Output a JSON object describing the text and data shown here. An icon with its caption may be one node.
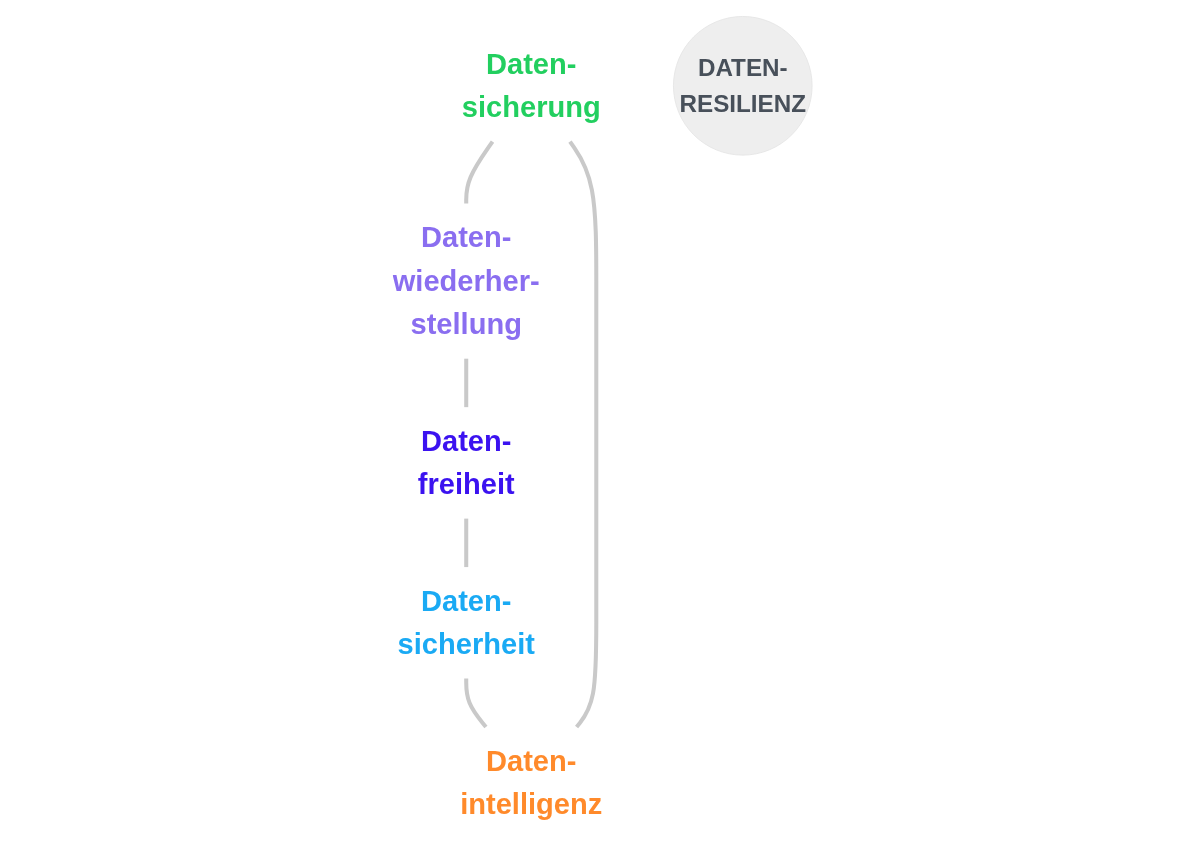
{
  "diagram": {
    "nodes": [
      {
        "text": [
          "Daten- sicherung"
        ]
      },
      {
        "text": [
          "Daten- intelligenz"
        ]
      },
      {
        "text": [
          "Daten- wiederher- stellung"
        ]
      },
      {
        "text": [
          "DATEN- RESILIENZ"
        ]
      },
      {
        "text": [
          "Daten- sicherheit"
        ]
      },
      {
        "text": [
          "Daten- freiheit"
        ]
      }
    ],
    "edges": [
      {
        "from": 0,
        "to": 2,
        "arrow": "none"
      },
      {
        "from": 2,
        "to": 5,
        "arrow": "none"
      },
      {
        "from": 5,
        "to": 4,
        "arrow": "none"
      },
      {
        "from": 4,
        "to": 1,
        "arrow": "none"
      },
      {
        "from": 1,
        "to": 0,
        "arrow": "none"
      }
    ]
  }
}
